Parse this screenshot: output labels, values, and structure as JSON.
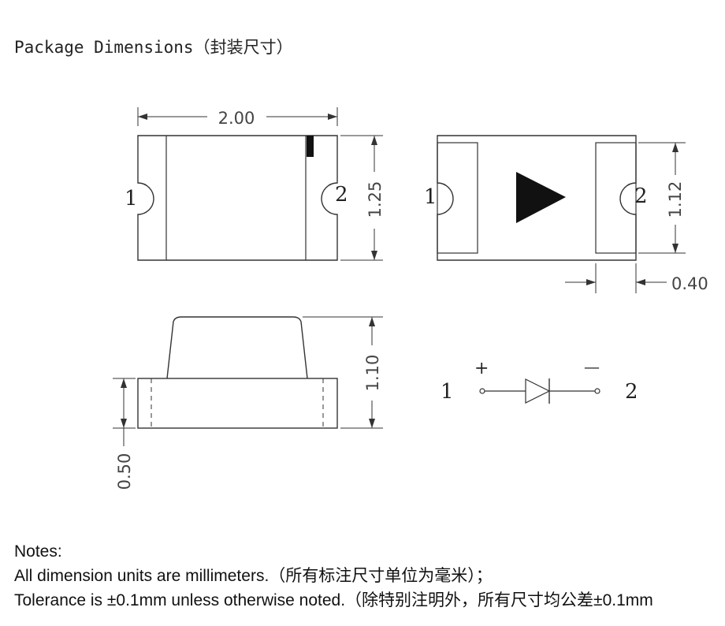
{
  "title": "Package Dimensions（封装尺寸）",
  "dimensions": {
    "length": "2.00",
    "width": "1.25",
    "pad_height": "1.12",
    "pad_width": "0.40",
    "total_height": "1.10",
    "base_height": "0.50"
  },
  "pins": {
    "top_view_left": "1",
    "top_view_right": "2",
    "bottom_view_left": "1",
    "bottom_view_right": "2",
    "schematic_left": "1",
    "schematic_right": "2"
  },
  "polarity": {
    "anode": "+",
    "cathode": "—"
  },
  "notes": {
    "heading": "Notes:",
    "line1": "All dimension units are millimeters.（所有标注尺寸单位为毫米）；",
    "line2": "Tolerance is ±0.1mm   unless otherwise noted.（除特别注明外，所有尺寸均公差±0.1mm"
  }
}
